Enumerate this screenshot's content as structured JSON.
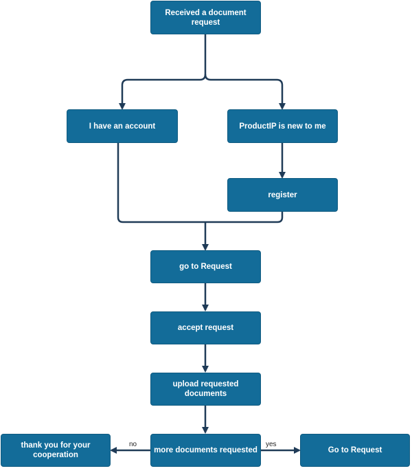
{
  "colors": {
    "node_fill": "#136c99",
    "edge": "#1f3b57",
    "text": "#ffffff"
  },
  "nodes": {
    "received": "Received a document request",
    "have_account": "I have an account",
    "new_to_me": "ProductIP is new to me",
    "register": "register",
    "go_to_request": "go to Request",
    "accept_request": "accept request",
    "upload_documents": "upload requested documents",
    "more_documents": "more documents requested",
    "thank_you": "thank you for your cooperation",
    "go_to_request_final": "Go to Request"
  },
  "edge_labels": {
    "no": "no",
    "yes": "yes"
  }
}
